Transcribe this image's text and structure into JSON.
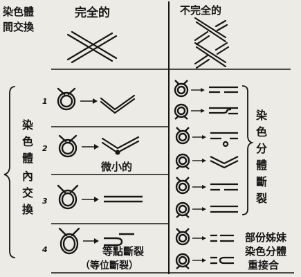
{
  "header": {
    "category_top": "染色體",
    "category_bottom": "間交換",
    "col_complete": "完全的",
    "col_incomplete": "不完全的"
  },
  "side_category": [
    "染",
    "色",
    "體",
    "內",
    "交",
    "換"
  ],
  "rows": [
    {
      "number": "1",
      "left_note": ""
    },
    {
      "number": "2",
      "left_note": "微小的"
    },
    {
      "number": "3",
      "left_note": ""
    },
    {
      "number": "4",
      "left_note_line1": "等點斷裂",
      "left_note_line2": "（等位斷裂）"
    }
  ],
  "right_labels": {
    "chromatid_breakage": [
      "染",
      "色",
      "分",
      "體",
      "斷",
      "裂"
    ],
    "sister_line1": "部份姊妹",
    "sister_line2": "染色分體",
    "sister_line3": "重接合"
  },
  "colors": {
    "ink": "#161616",
    "paper": "#ecebe6"
  }
}
